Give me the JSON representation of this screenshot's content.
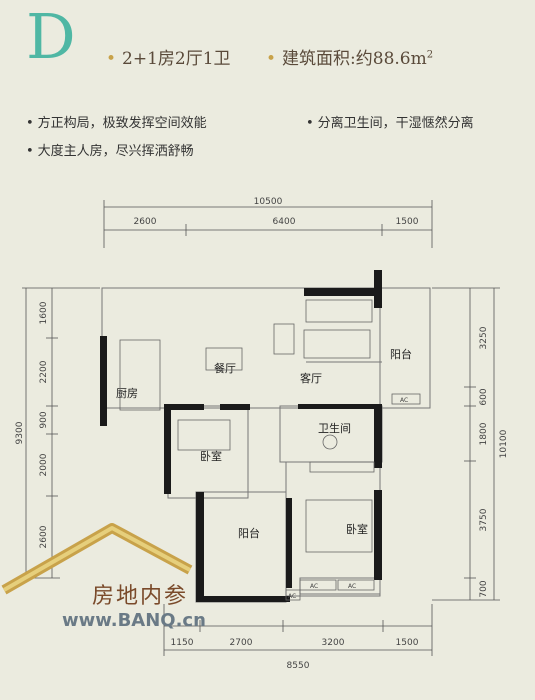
{
  "header": {
    "letter": "D",
    "layout": "2+1房2厅1卫",
    "area_label": "建筑面积:约88.6m",
    "area_sup": "2"
  },
  "features": [
    "方正构局，极致发挥空间效能",
    "分离卫生间，干湿惬然分离",
    "大度主人房，尽兴挥洒舒畅"
  ],
  "dimensions": {
    "top_total": "10500",
    "top": [
      "2600",
      "6400",
      "1500"
    ],
    "bottom": [
      "1150",
      "2700",
      "3200",
      "1500"
    ],
    "bottom_total": "8550",
    "left_total": "9300",
    "left": [
      "1600",
      "2200",
      "900",
      "2000",
      "2600"
    ],
    "right": [
      "3250",
      "600",
      "1800",
      "3750",
      "700"
    ],
    "right_total": "10100"
  },
  "rooms": {
    "kitchen": "厨房",
    "dining": "餐厅",
    "living": "客厅",
    "balcony_top": "阳台",
    "bathroom": "卫生间",
    "bedroom_small": "卧室",
    "balcony_bottom": "阳台",
    "bedroom_master": "卧室"
  },
  "ac_labels": [
    "AC",
    "AC",
    "AC",
    "AC"
  ],
  "watermark": {
    "name": "房地内参",
    "url": "www.BANQ.cn"
  },
  "colors": {
    "background": "#ebebdf",
    "accent": "#4fb7a4",
    "bullet": "#c8a24a",
    "wall": "#1a1a1a"
  }
}
